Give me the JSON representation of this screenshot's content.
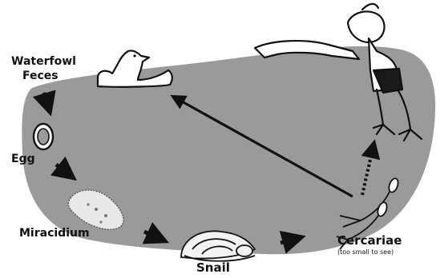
{
  "labels": {
    "waterfowl": "Waterfowl",
    "feces": "Feces",
    "egg": "Egg",
    "miracidium": "Miracidium",
    "snail": "Snail",
    "cercariae": "Cercariae",
    "cercariae_note": "(too small to see)"
  },
  "colors": {
    "blob": "#9a9a9a",
    "ink": "#111111",
    "background": "#ffffff"
  },
  "icons": [
    "duck-icon",
    "egg-icon",
    "miracidium-icon",
    "snail-icon",
    "cercaria-icon",
    "swimmer-icon"
  ]
}
